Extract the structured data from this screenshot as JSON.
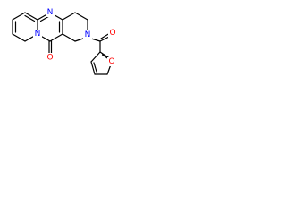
{
  "molecule": {
    "colors": {
      "bond": "#000000",
      "nitrogen": "#0000ff",
      "oxygen": "#ff0000",
      "background": "#ffffff"
    },
    "atom_labels": {
      "n_pyrimidine": "N",
      "n_bridgehead": "N",
      "n_amide": "N",
      "o_ketone": "O",
      "o_amide": "O",
      "o_furan": "O"
    }
  }
}
